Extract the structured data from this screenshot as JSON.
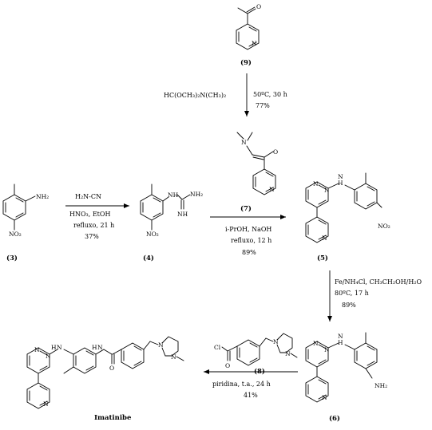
{
  "compounds": {
    "c9": "(9)",
    "c7": "(7)",
    "c3": "(3)",
    "c4": "(4)",
    "c5": "(5)",
    "c6": "(6)",
    "c8": "(8)",
    "product": "Imatinibe"
  },
  "steps": {
    "s1_reagent": "HC(OCH₃)₂N(CH₃)₂",
    "s1_cond": "50ºC, 30 h",
    "s1_yield": "77%",
    "s2_reagent": "H₂N-CN",
    "s2_cond1": "HNO₃, EtOH",
    "s2_cond2": "refluxo, 21 h",
    "s2_yield": "37%",
    "s3_cond1": "i-PrOH, NaOH",
    "s3_cond2": "refluxo, 12 h",
    "s3_yield": "89%",
    "s4_cond1": "Fe/NH₄Cl, CH₃CH₂OH/H₂O",
    "s4_cond2": "80ºC, 17 h",
    "s4_yield": "89%",
    "s5_cond": "piridina, t.a., 24 h",
    "s5_yield": "41%"
  },
  "atoms": {
    "N": "N",
    "O": "O",
    "Cl": "Cl",
    "NH": "NH",
    "NH2": "NH₂",
    "H": "H",
    "N_H2": "NH₂",
    "NO2": "NO₂"
  }
}
